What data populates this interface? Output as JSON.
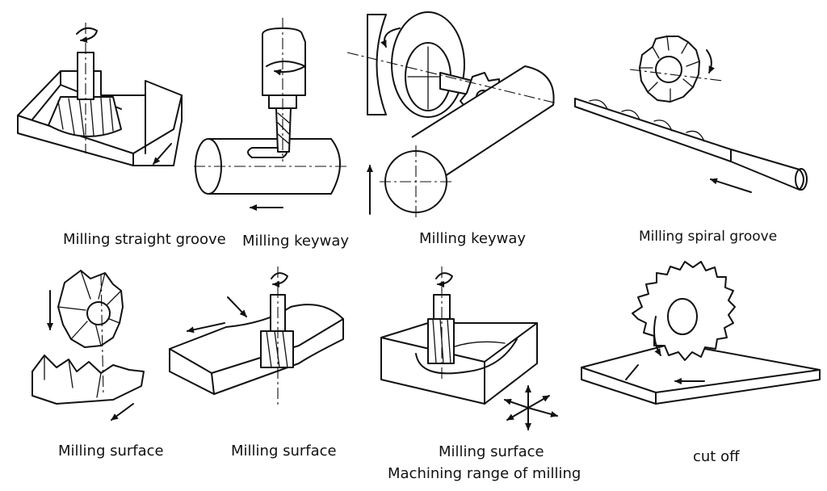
{
  "panels": [
    {
      "id": "straight-groove",
      "label": "Milling straight groove"
    },
    {
      "id": "keyway-1",
      "label": "Milling keyway"
    },
    {
      "id": "keyway-2",
      "label": "Milling keyway"
    },
    {
      "id": "spiral-groove",
      "label": "Milling spiral groove"
    },
    {
      "id": "surface-1",
      "label": "Milling surface"
    },
    {
      "id": "surface-2",
      "label": "Milling surface"
    },
    {
      "id": "surface-3",
      "label": "Milling surface",
      "sublabel": "Machining range of milling"
    },
    {
      "id": "cut-off",
      "label": "cut off"
    }
  ]
}
